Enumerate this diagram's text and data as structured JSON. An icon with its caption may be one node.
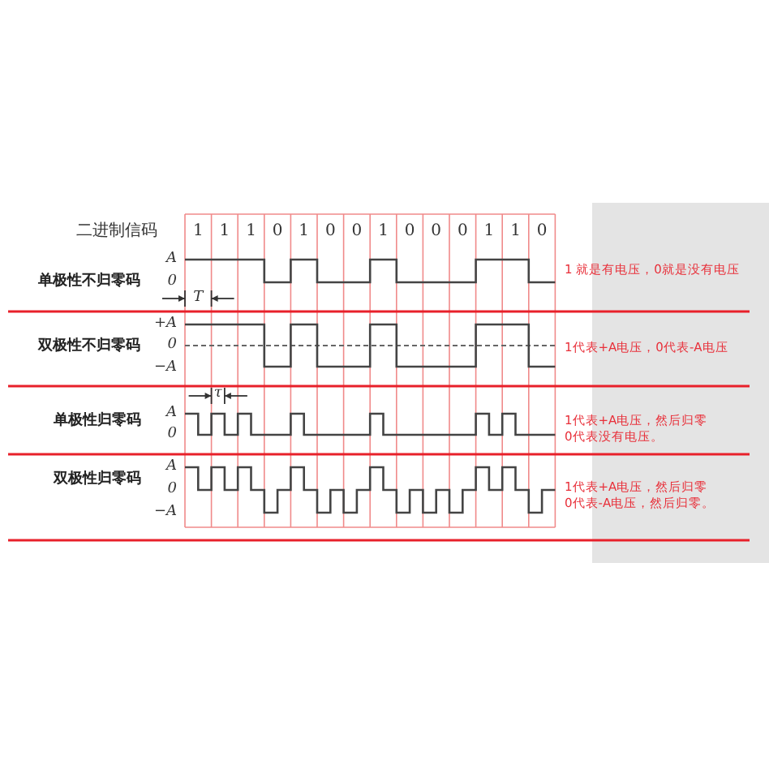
{
  "diagram": {
    "labels": [
      "二进制信码",
      "1",
      "1",
      "1",
      "0",
      "1",
      "0",
      "0",
      "1",
      "0",
      "0",
      "0",
      "1",
      "1",
      "0",
      "单极性不归零码",
      "A",
      "0",
      "T",
      "1 就是有电压，0就是没有电压",
      "双极性不归零码",
      "+A",
      "0",
      "−A",
      "1代表+A电压，0代表-A电压",
      "单极性归零码",
      "τ",
      "A",
      "0",
      "1代表+A电压，然后归零",
      "0代表没有电压。",
      "双极性归零码",
      "A",
      "0",
      "−A",
      "1代表+A电压，然后归零",
      "0代表-A电压，然后归零。"
    ]
  }
}
